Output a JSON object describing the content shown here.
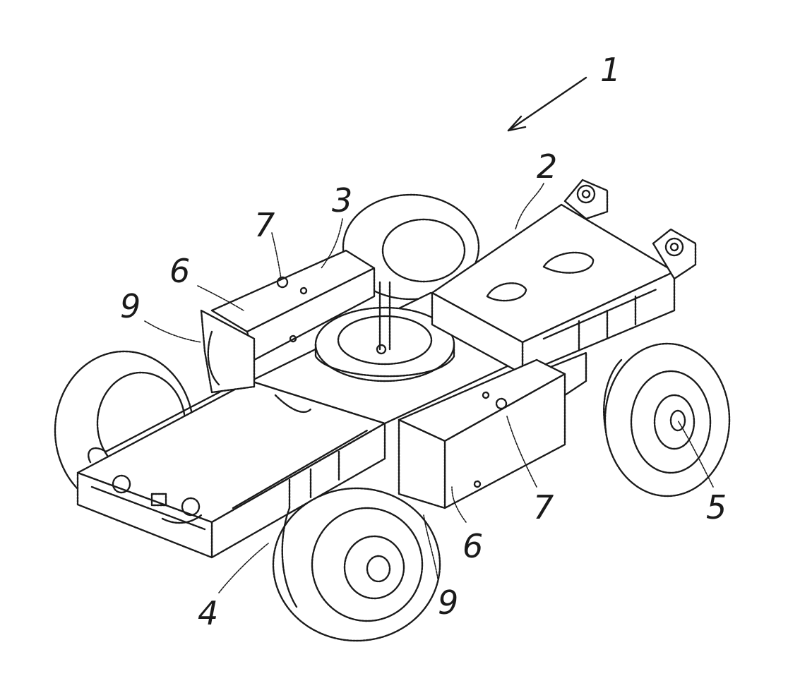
{
  "figure": {
    "reference_numerals": {
      "vehicle": "1",
      "chassis_front": "2",
      "fifth_wheel": "3",
      "front_frame": "4",
      "wheel_right_front": "5",
      "weight_left": "6",
      "weight_right": "6",
      "bolt_left": "7",
      "bolt_right": "7",
      "bracket_left": "9",
      "bracket_front": "9"
    }
  }
}
